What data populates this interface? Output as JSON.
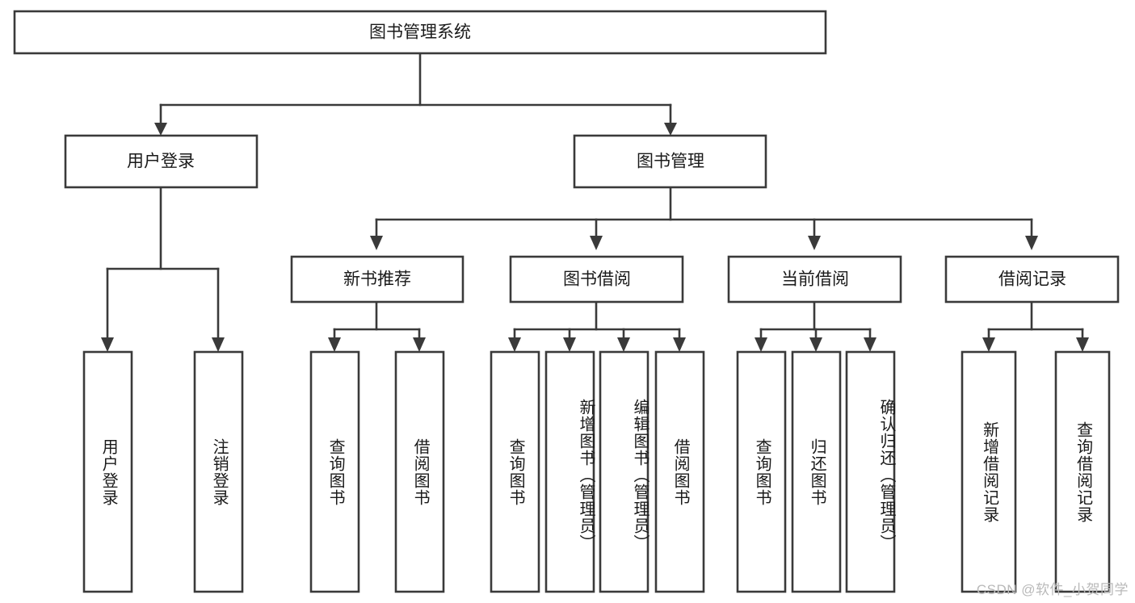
{
  "diagram": {
    "title": "图书管理系统",
    "type": "tree-hierarchy-diagram",
    "watermark": "CSDN @软件_小贺同学",
    "colors": {
      "stroke": "#3a3a3a",
      "fill": "#ffffff",
      "text": "#1a1a1a",
      "watermark": "#b9b9b9"
    },
    "root": {
      "label": "图书管理系统"
    },
    "level2": [
      {
        "label": "用户登录"
      },
      {
        "label": "图书管理"
      }
    ],
    "level3": [
      {
        "label": "新书推荐"
      },
      {
        "label": "图书借阅"
      },
      {
        "label": "当前借阅"
      },
      {
        "label": "借阅记录"
      }
    ],
    "leaves": {
      "user_login": [
        {
          "label": "用户登录"
        },
        {
          "label": "注销登录"
        }
      ],
      "new_book_recommend": [
        {
          "label": "查询图书"
        },
        {
          "label": "借阅图书"
        }
      ],
      "book_borrow": [
        {
          "label": "查询图书"
        },
        {
          "label": "新增图书（管理员）"
        },
        {
          "label": "编辑图书（管理员）"
        },
        {
          "label": "借阅图书"
        }
      ],
      "current_borrow": [
        {
          "label": "查询图书"
        },
        {
          "label": "归还图书"
        },
        {
          "label": "确认归还（管理员）"
        }
      ],
      "borrow_record": [
        {
          "label": "新增借阅记录"
        },
        {
          "label": "查询借阅记录"
        }
      ]
    }
  }
}
